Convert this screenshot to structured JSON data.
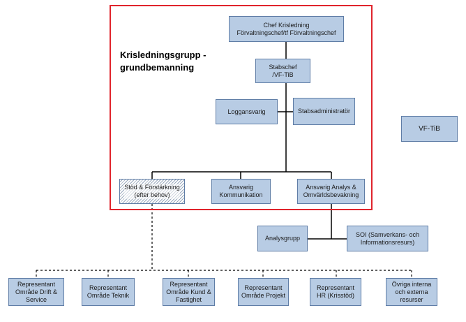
{
  "group": {
    "label": "Krisledningsgrupp -\ngrundbemanning",
    "frame_color": "#e0242c"
  },
  "colors": {
    "box_fill": "#b8cce4",
    "box_border": "#5f7da6",
    "line": "#000000"
  },
  "nodes": {
    "chef": "Chef Krisledning\nFörvaltningschef/tf Förvaltningschef",
    "stabschef": "Stabschef\n/VF-TiB",
    "loggansvarig": "Loggansvarig",
    "stabsadministrator": "Stabsadministratör",
    "vf_tib": "VF-TiB",
    "stod": "Stöd & Förstärkning\n(efter behov)",
    "kommunikation": "Ansvarig\nKommunikation",
    "analys": "Ansvarig Analys &\nOmvärldsbevakning",
    "analysgrupp": "Analysgrupp",
    "soi": "SOI (Samverkans- och\nInformationsresurs)",
    "drift": "Representant\nOmråde Drift &\nService",
    "teknik": "Representant\nOmråde Teknik",
    "kund": "Representant\nOmråde Kund &\nFastighet",
    "projekt": "Representant\nOmråde Projekt",
    "hr": "Representant\nHR (Krisstöd)",
    "ovriga": "Övriga interna\noch externa\nresurser"
  }
}
